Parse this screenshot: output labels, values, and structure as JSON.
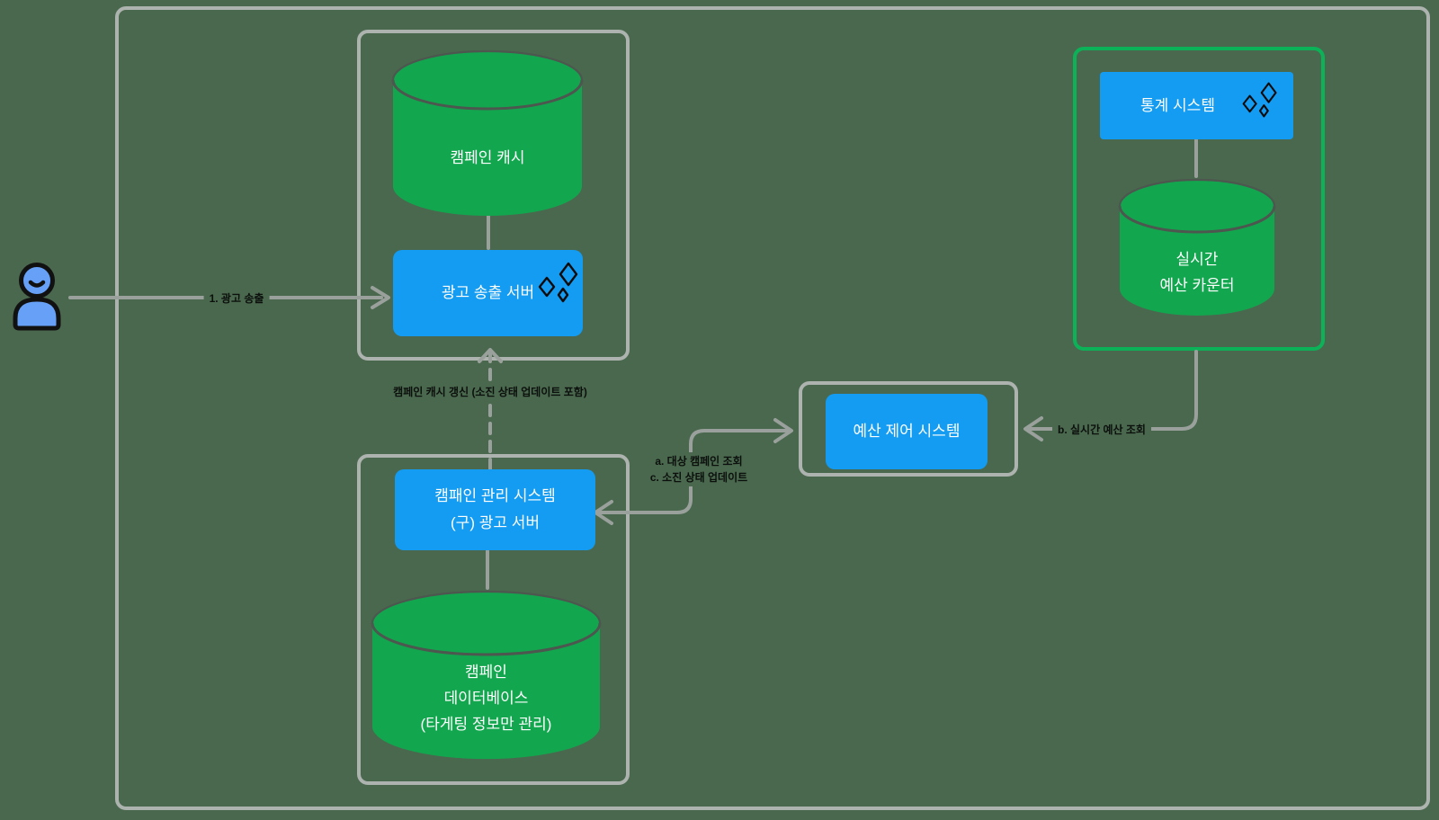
{
  "diagram": {
    "nodes": {
      "campaign_cache": "캠페인 캐시",
      "ad_server": "광고 송출 서버",
      "campaign_mgmt_line1": "캠패인 관리 시스템",
      "campaign_mgmt_line2": "(구) 광고 서버",
      "campaign_db_line1": "캠페인",
      "campaign_db_line2": "데이터베이스",
      "campaign_db_line3": "(타게팅 정보만 관리)",
      "budget_control": "예산 제어 시스템",
      "stats_system": "통계 시스템",
      "budget_counter_line1": "실시간",
      "budget_counter_line2": "예산 카운터"
    },
    "edges": {
      "serve": "1. 광고 송출",
      "cache_refresh": "캠페인 캐시 갱신 (소진 상태 업데이트 포함)",
      "query_campaigns": "a. 대상 캠페인 조회",
      "update_status": "c. 소진 상태 업데이트",
      "budget_query": "b. 실시간 예산 조회"
    },
    "colors": {
      "background": "#4a684e",
      "node_blue": "#149cf2",
      "cylinder_green": "#12a74e",
      "green_container_border": "#0cb258",
      "gray_container_border": "#adb3ae",
      "connector_gray": "#9aa19c",
      "node_text": "#ffffff",
      "edge_label_text": "#0c100d",
      "person_blue": "#66a1f7"
    },
    "icons": {
      "actor": "user-icon",
      "ai_badge": "sparkles-icon",
      "datastore": "database-cylinder-icon"
    }
  }
}
